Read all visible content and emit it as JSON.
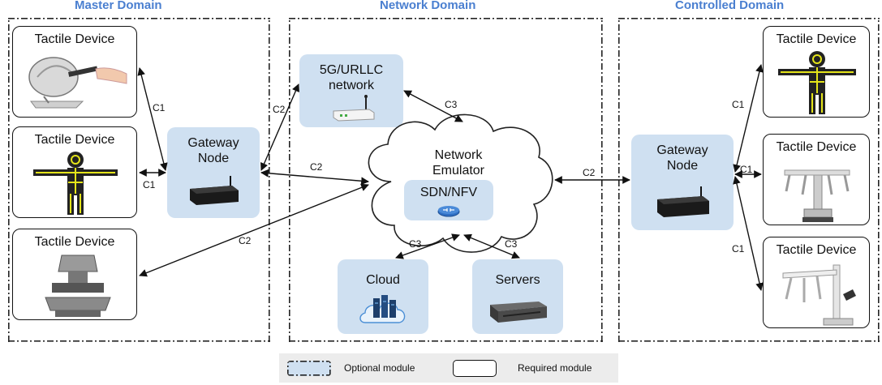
{
  "domains": {
    "master": "Master Domain",
    "network": "Network Domain",
    "controlled": "Controlled Domain"
  },
  "master": {
    "tactile_1": "Tactile Device",
    "tactile_2": "Tactile Device",
    "tactile_3": "Tactile Device",
    "gateway": "Gateway\nNode"
  },
  "network": {
    "urllc": "5G/URLLC\nnetwork",
    "emulator": "Network\nEmulator",
    "sdn": "SDN/NFV",
    "cloud": "Cloud",
    "servers": "Servers"
  },
  "controlled": {
    "gateway": "Gateway\nNode",
    "tactile_1": "Tactile Device",
    "tactile_2": "Tactile Device",
    "tactile_3": "Tactile Device"
  },
  "connections": {
    "c1": "C1",
    "c2": "C2",
    "c3": "C3"
  },
  "legend": {
    "optional": "Optional module",
    "required": "Required module"
  },
  "colors": {
    "domain_title": "#4a7fd0",
    "optional_fill": "#cfe0f1",
    "legend_bg": "#ececec"
  }
}
